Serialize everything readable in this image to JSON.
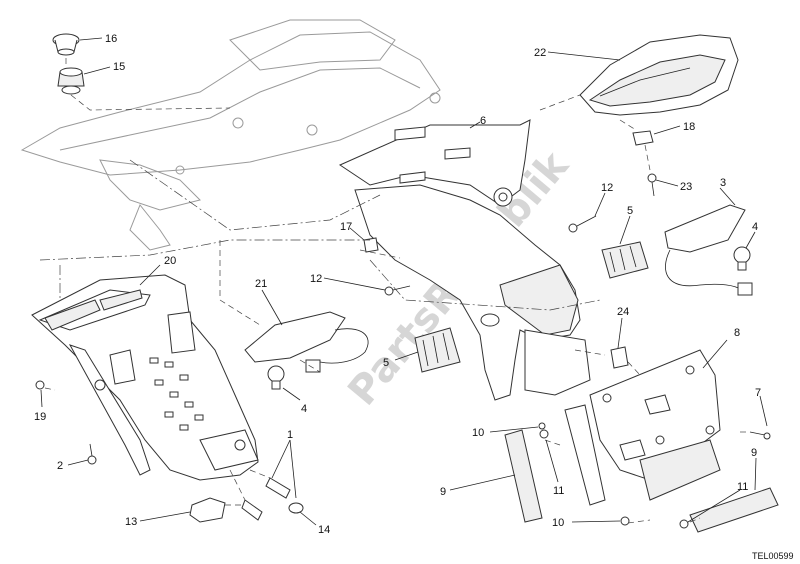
{
  "diagram": {
    "code": "TEL00599",
    "watermark": "PartsRepublik",
    "callouts": {
      "c1": "1",
      "c2": "2",
      "c3": "3",
      "c4a": "4",
      "c4b": "4",
      "c5a": "5",
      "c5b": "5",
      "c6": "6",
      "c7": "7",
      "c8": "8",
      "c9a": "9",
      "c9b": "9",
      "c10a": "10",
      "c10b": "10",
      "c11a": "11",
      "c11b": "11",
      "c12a": "12",
      "c12b": "12",
      "c13": "13",
      "c14": "14",
      "c15": "15",
      "c16": "16",
      "c17": "17",
      "c18": "18",
      "c19": "19",
      "c20": "20",
      "c21": "21",
      "c22": "22",
      "c23": "23",
      "c24": "24"
    }
  }
}
